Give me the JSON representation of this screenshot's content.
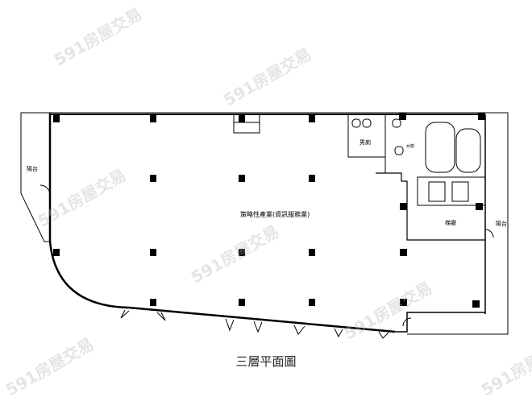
{
  "plan": {
    "title": "三層平面圖",
    "main_area_label": "策略性產業(資訊服務業)",
    "rooms": {
      "mens_restroom": "男廁",
      "womens_restroom": "女廁",
      "elevator_lobby": "梯廳",
      "balcony_left": "陽台",
      "balcony_right": "陽台"
    }
  },
  "watermark": "591房屋交易",
  "colors": {
    "line": "#000000",
    "watermark": "#b4b4b4"
  }
}
